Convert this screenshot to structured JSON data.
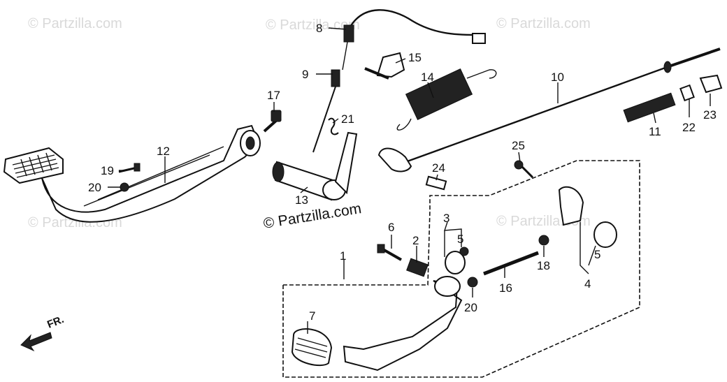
{
  "watermarks": {
    "main": "© Partzilla.com",
    "faint": "© Partzilla.com"
  },
  "direction_label": "FR.",
  "callouts": {
    "c1": "1",
    "c2": "2",
    "c3": "3",
    "c4": "4",
    "c5a": "5",
    "c5b": "5",
    "c6": "6",
    "c7": "7",
    "c8": "8",
    "c9": "9",
    "c10": "10",
    "c11": "11",
    "c12": "12",
    "c13": "13",
    "c14": "14",
    "c15": "15",
    "c16": "16",
    "c17": "17",
    "c18": "18",
    "c19": "19",
    "c20a": "20",
    "c20b": "20",
    "c21": "21",
    "c22": "22",
    "c23": "23",
    "c24": "24",
    "c25": "25"
  },
  "colors": {
    "ink": "#111111",
    "watermark": "#d9d9d9",
    "background": "#ffffff"
  }
}
